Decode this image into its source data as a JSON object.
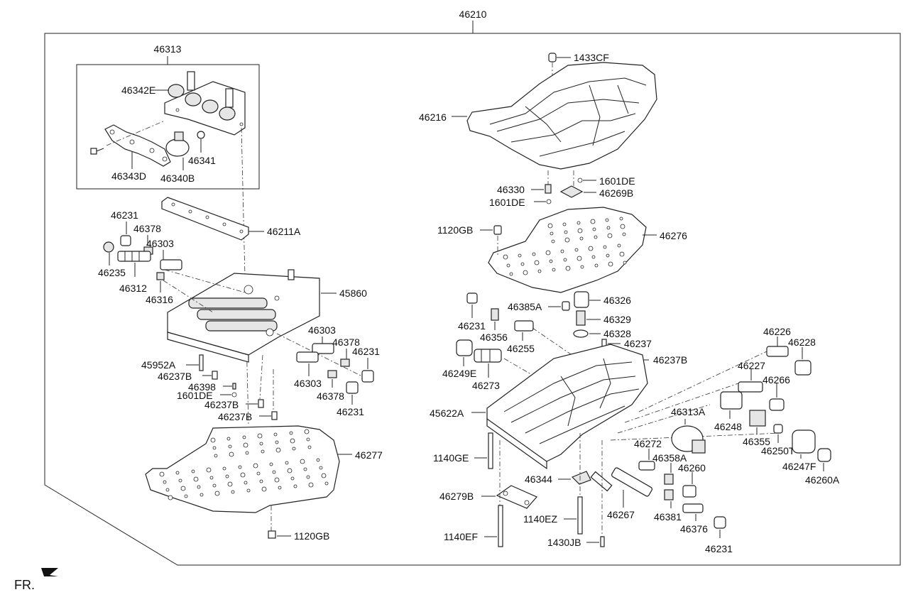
{
  "assembly": "46210",
  "direction_label": "FR.",
  "labels": {
    "l46313": "46313",
    "l46342E": "46342E",
    "l46343D": "46343D",
    "l46340B": "46340B",
    "l46341": "46341",
    "l46211A": "46211A",
    "l46231a": "46231",
    "l46378a": "46378",
    "l46303a": "46303",
    "l46235": "46235",
    "l46312": "46312",
    "l46316": "46316",
    "l45860": "45860",
    "l46303b": "46303",
    "l46378b": "46378",
    "l46231b": "46231",
    "l45952A": "45952A",
    "l46237Ba": "46237B",
    "l46398": "46398",
    "l1601DEa": "1601DE",
    "l46237Bb": "46237B",
    "l46237Bc": "46237B",
    "l46303c": "46303",
    "l46378c": "46378",
    "l46231c": "46231",
    "l46277": "46277",
    "l1120GBa": "1120GB",
    "l1433CF": "1433CF",
    "l46216": "46216",
    "l1601DEb": "1601DE",
    "l46330": "46330",
    "l46269B": "46269B",
    "l1601DEc": "1601DE",
    "l1120GBb": "1120GB",
    "l46276": "46276",
    "l46326": "46326",
    "l46385A": "46385A",
    "l46329": "46329",
    "l46231d": "46231",
    "l46356": "46356",
    "l46328": "46328",
    "l46255": "46255",
    "l46237a": "46237",
    "l46237Bd": "46237B",
    "l46249E": "46249E",
    "l46273": "46273",
    "l46226": "46226",
    "l46228": "46228",
    "l46227": "46227",
    "l46266": "46266",
    "l45622A": "45622A",
    "l46313A": "46313A",
    "l46248": "46248",
    "l46355": "46355",
    "l46250T": "46250T",
    "l46247F": "46247F",
    "l46260A": "46260A",
    "l1140GE": "1140GE",
    "l46272": "46272",
    "l46358A": "46358A",
    "l46260": "46260",
    "l46344": "46344",
    "l46279B": "46279B",
    "l46267": "46267",
    "l46381": "46381",
    "l46376": "46376",
    "l1140EZ": "1140EZ",
    "l1140EF": "1140EF",
    "l1430JB": "1430JB",
    "l46231e": "46231"
  }
}
